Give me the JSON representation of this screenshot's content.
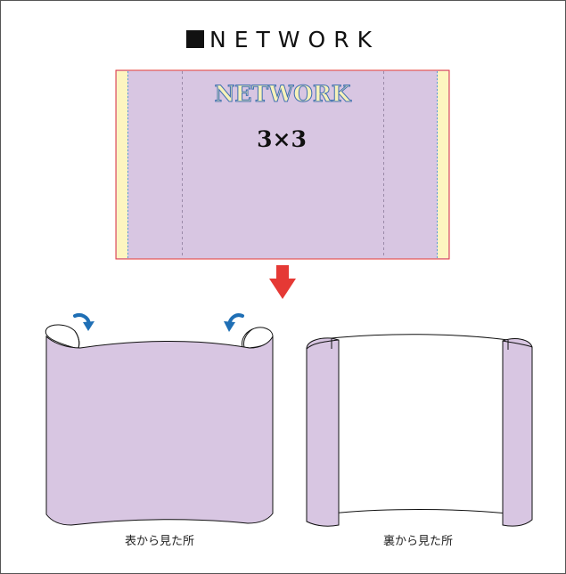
{
  "header": {
    "title": "NETWORK"
  },
  "banner": {
    "name": "NETWORK",
    "size_text": "3×3"
  },
  "views": {
    "front_caption": "表から見た所",
    "back_caption": "裏から見た所"
  },
  "colors": {
    "lavender": "#d8c6e2",
    "pale_yellow": "#fdf5c0",
    "red_border": "#e53935",
    "arrow_red": "#e53935",
    "arrow_blue": "#1f6fb5"
  },
  "icons": {
    "down_arrow": "red-down-arrow-icon",
    "fold_arrow": "blue-curved-arrow-icon"
  }
}
